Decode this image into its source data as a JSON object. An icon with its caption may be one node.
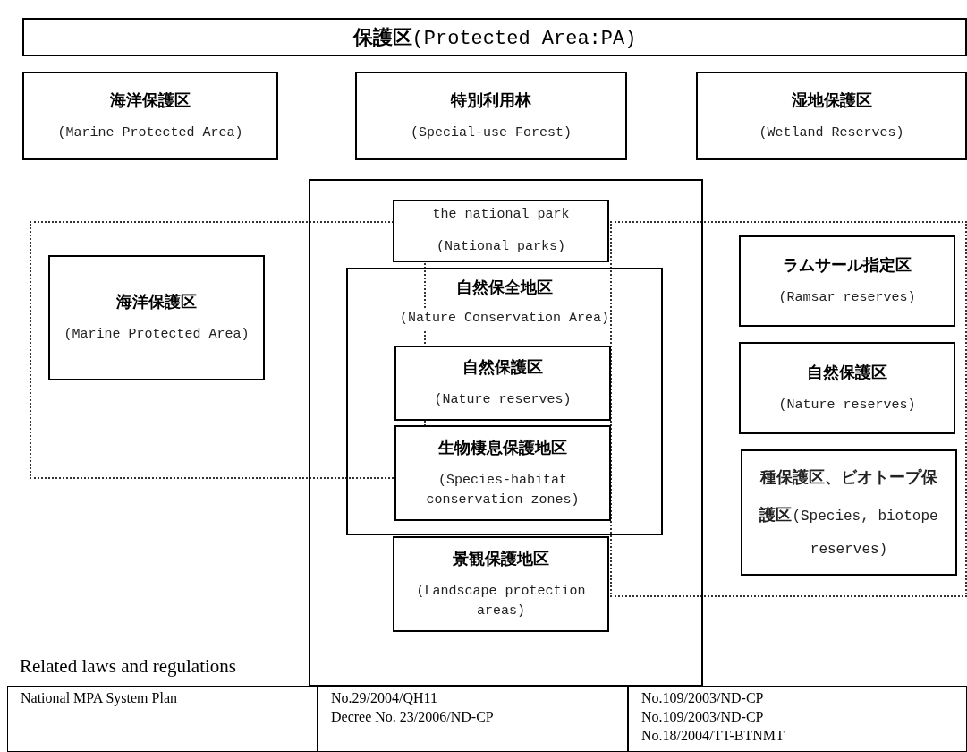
{
  "diagram": {
    "nodes": [
      {
        "text": [
          "**保護区**(Protected Area:PA)"
        ]
      },
      {
        "text": [
          "海洋保護区",
          "(Marine Protected Area)"
        ]
      },
      {
        "text": [
          "特別利用林",
          "(Special-use Forest)"
        ]
      },
      {
        "text": [
          "湿地保護区",
          "(Wetland Reserves)"
        ]
      },
      {
        "text": [],
        "shape": "box"
      },
      {
        "text": [],
        "shape": "box"
      },
      {
        "text": [
          "海洋保護区",
          "(Marine Protected Area)"
        ],
        "in": 5
      },
      {
        "text": [
          "the national park",
          "(National parks)"
        ],
        "in": 4
      },
      {
        "text": [
          "自然保全地区",
          "(Nature Conservation Area)"
        ],
        "in": 4
      },
      {
        "text": [
          "自然保護区",
          "(Nature reserves)"
        ],
        "in": 8
      },
      {
        "text": [
          "生物棲息保護地区",
          "(Species-habitat conservation zones)"
        ],
        "in": 8
      },
      {
        "text": [
          "景観保護地区",
          "(Landscape protection areas)"
        ],
        "in": 4
      },
      {
        "text": [],
        "shape": "box"
      },
      {
        "text": [
          "ラムサール指定区",
          "(Ramsar reserves)"
        ],
        "in": 12
      },
      {
        "text": [
          "自然保護区",
          "(Nature reserves)"
        ],
        "in": 12
      },
      {
        "text": [
          "**種保護区、ビオトープ保護区**(Species, biotope reserves)"
        ],
        "in": 12
      }
    ],
    "edges": [],
    "labels": [
      "Related laws and regulations",
      "National MPA System Plan",
      "No.29/2004/QH11",
      "Decree No. 23/2006/ND-CP",
      "No.109/2003/ND-CP",
      "No.109/2003/ND-CP",
      "No.18/2004/TT-BTNMT"
    ]
  }
}
